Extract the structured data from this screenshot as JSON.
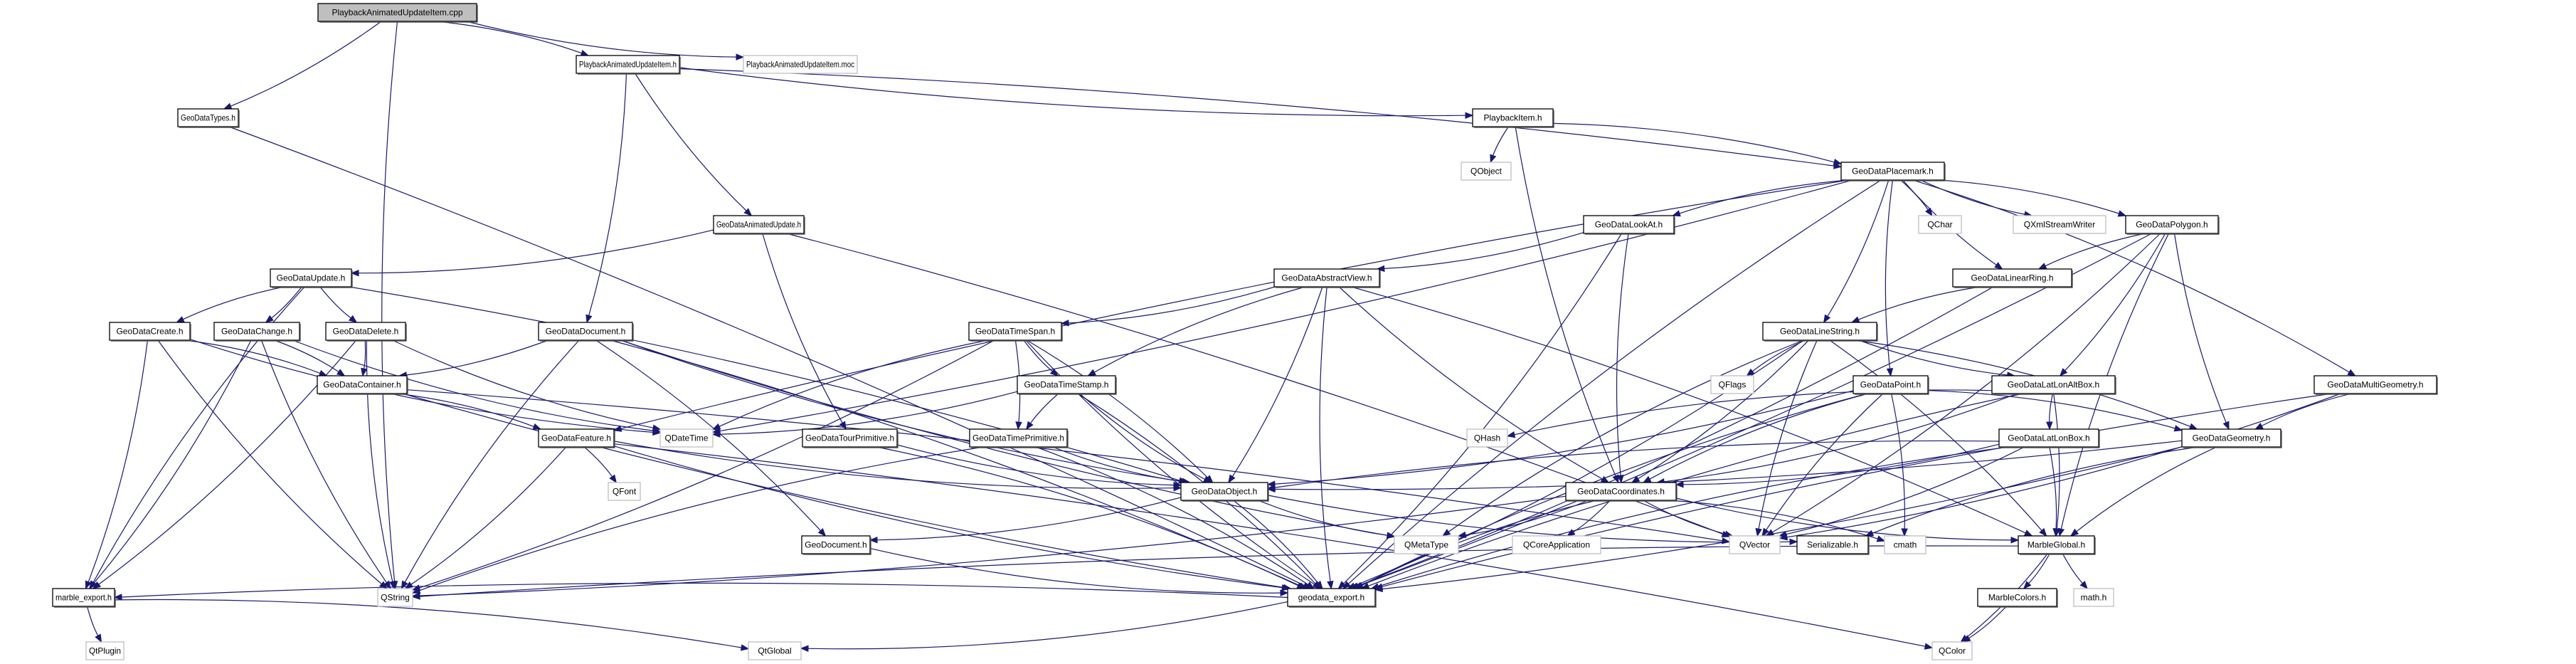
{
  "title": "PlaybackAnimatedUpdateItem.cpp include dependency graph",
  "colors": {
    "edge": "#191970",
    "root_fill": "#bfbfbf",
    "documented_border": "#000000",
    "external_border": "#bfbfbf"
  },
  "nodes": [
    {
      "id": "root",
      "label": "PlaybackAnimatedUpdateItem.cpp",
      "kind": "root"
    },
    {
      "id": "pauih",
      "label": "PlaybackAnimatedUpdateItem.h",
      "kind": "doc"
    },
    {
      "id": "pauimoc",
      "label": "PlaybackAnimatedUpdateItem.moc",
      "kind": "ext"
    },
    {
      "id": "gdtypes",
      "label": "GeoDataTypes.h",
      "kind": "doc"
    },
    {
      "id": "playitem",
      "label": "PlaybackItem.h",
      "kind": "doc"
    },
    {
      "id": "qobject",
      "label": "QObject",
      "kind": "ext"
    },
    {
      "id": "placemark",
      "label": "GeoDataPlacemark.h",
      "kind": "doc"
    },
    {
      "id": "animupd",
      "label": "GeoDataAnimatedUpdate.h",
      "kind": "doc"
    },
    {
      "id": "lookat",
      "label": "GeoDataLookAt.h",
      "kind": "doc"
    },
    {
      "id": "qchar",
      "label": "QChar",
      "kind": "ext"
    },
    {
      "id": "qxml",
      "label": "QXmlStreamWriter",
      "kind": "ext"
    },
    {
      "id": "polygon",
      "label": "GeoDataPolygon.h",
      "kind": "doc"
    },
    {
      "id": "update",
      "label": "GeoDataUpdate.h",
      "kind": "doc"
    },
    {
      "id": "absview",
      "label": "GeoDataAbstractView.h",
      "kind": "doc"
    },
    {
      "id": "linring",
      "label": "GeoDataLinearRing.h",
      "kind": "doc"
    },
    {
      "id": "create",
      "label": "GeoDataCreate.h",
      "kind": "doc"
    },
    {
      "id": "change",
      "label": "GeoDataChange.h",
      "kind": "doc"
    },
    {
      "id": "delete",
      "label": "GeoDataDelete.h",
      "kind": "doc"
    },
    {
      "id": "document",
      "label": "GeoDataDocument.h",
      "kind": "doc"
    },
    {
      "id": "timespan",
      "label": "GeoDataTimeSpan.h",
      "kind": "doc"
    },
    {
      "id": "linestr",
      "label": "GeoDataLineString.h",
      "kind": "doc"
    },
    {
      "id": "container",
      "label": "GeoDataContainer.h",
      "kind": "doc"
    },
    {
      "id": "timestamp",
      "label": "GeoDataTimeStamp.h",
      "kind": "doc"
    },
    {
      "id": "llabox",
      "label": "GeoDataLatLonAltBox.h",
      "kind": "doc"
    },
    {
      "id": "multigeo",
      "label": "GeoDataMultiGeometry.h",
      "kind": "doc"
    },
    {
      "id": "qflags",
      "label": "QFlags",
      "kind": "ext"
    },
    {
      "id": "point",
      "label": "GeoDataPoint.h",
      "kind": "doc"
    },
    {
      "id": "feature",
      "label": "GeoDataFeature.h",
      "kind": "doc"
    },
    {
      "id": "qdatetime",
      "label": "QDateTime",
      "kind": "ext"
    },
    {
      "id": "tourprim",
      "label": "GeoDataTourPrimitive.h",
      "kind": "doc"
    },
    {
      "id": "timeprim",
      "label": "GeoDataTimePrimitive.h",
      "kind": "doc"
    },
    {
      "id": "qhash",
      "label": "QHash",
      "kind": "ext"
    },
    {
      "id": "llbox",
      "label": "GeoDataLatLonBox.h",
      "kind": "doc"
    },
    {
      "id": "geometry",
      "label": "GeoDataGeometry.h",
      "kind": "doc"
    },
    {
      "id": "qfont",
      "label": "QFont",
      "kind": "ext"
    },
    {
      "id": "object",
      "label": "GeoDataObject.h",
      "kind": "doc"
    },
    {
      "id": "coords",
      "label": "GeoDataCoordinates.h",
      "kind": "doc"
    },
    {
      "id": "geodoc",
      "label": "GeoDocument.h",
      "kind": "doc"
    },
    {
      "id": "qmetatype",
      "label": "QMetaType",
      "kind": "ext"
    },
    {
      "id": "qcoreapp",
      "label": "QCoreApplication",
      "kind": "ext"
    },
    {
      "id": "qvector",
      "label": "QVector",
      "kind": "ext"
    },
    {
      "id": "serial",
      "label": "Serializable.h",
      "kind": "doc"
    },
    {
      "id": "cmath",
      "label": "cmath",
      "kind": "ext"
    },
    {
      "id": "mglobal",
      "label": "MarbleGlobal.h",
      "kind": "doc"
    },
    {
      "id": "mexport",
      "label": "marble_export.h",
      "kind": "doc"
    },
    {
      "id": "qstring",
      "label": "QString",
      "kind": "ext"
    },
    {
      "id": "gdexport",
      "label": "geodata_export.h",
      "kind": "doc"
    },
    {
      "id": "mcolors",
      "label": "MarbleColors.h",
      "kind": "doc"
    },
    {
      "id": "mathh",
      "label": "math.h",
      "kind": "ext"
    },
    {
      "id": "qtplugin",
      "label": "QtPlugin",
      "kind": "ext"
    },
    {
      "id": "qtglobal",
      "label": "QtGlobal",
      "kind": "ext"
    },
    {
      "id": "qcolor",
      "label": "QColor",
      "kind": "ext"
    }
  ],
  "edges": [
    [
      "root",
      "pauih"
    ],
    [
      "root",
      "pauimoc"
    ],
    [
      "root",
      "gdtypes"
    ],
    [
      "root",
      "qstring"
    ],
    [
      "gdtypes",
      "gdexport"
    ],
    [
      "pauih",
      "playitem"
    ],
    [
      "pauih",
      "placemark"
    ],
    [
      "pauih",
      "animupd"
    ],
    [
      "pauih",
      "document"
    ],
    [
      "playitem",
      "qobject"
    ],
    [
      "playitem",
      "placemark"
    ],
    [
      "playitem",
      "coords"
    ],
    [
      "animupd",
      "update"
    ],
    [
      "animupd",
      "tourprim"
    ],
    [
      "animupd",
      "qvector"
    ],
    [
      "placemark",
      "lookat"
    ],
    [
      "placemark",
      "qchar"
    ],
    [
      "placemark",
      "qxml"
    ],
    [
      "placemark",
      "polygon"
    ],
    [
      "placemark",
      "linring"
    ],
    [
      "placemark",
      "linestr"
    ],
    [
      "placemark",
      "point"
    ],
    [
      "placemark",
      "multigeo"
    ],
    [
      "placemark",
      "feature"
    ],
    [
      "placemark",
      "qdatetime"
    ],
    [
      "placemark",
      "gdexport"
    ],
    [
      "lookat",
      "absview"
    ],
    [
      "lookat",
      "coords"
    ],
    [
      "lookat",
      "gdexport"
    ],
    [
      "polygon",
      "linring"
    ],
    [
      "polygon",
      "llabox"
    ],
    [
      "polygon",
      "geometry"
    ],
    [
      "polygon",
      "qvector"
    ],
    [
      "polygon",
      "mglobal"
    ],
    [
      "polygon",
      "gdexport"
    ],
    [
      "linring",
      "linestr"
    ],
    [
      "linring",
      "gdexport"
    ],
    [
      "update",
      "create"
    ],
    [
      "update",
      "change"
    ],
    [
      "update",
      "delete"
    ],
    [
      "update",
      "object"
    ],
    [
      "update",
      "mexport"
    ],
    [
      "absview",
      "timespan"
    ],
    [
      "absview",
      "timestamp"
    ],
    [
      "absview",
      "object"
    ],
    [
      "absview",
      "coords"
    ],
    [
      "absview",
      "mglobal"
    ],
    [
      "absview",
      "gdexport"
    ],
    [
      "create",
      "container"
    ],
    [
      "create",
      "qdatetime"
    ],
    [
      "create",
      "mexport"
    ],
    [
      "create",
      "qstring"
    ],
    [
      "change",
      "container"
    ],
    [
      "change",
      "qdatetime"
    ],
    [
      "change",
      "mexport"
    ],
    [
      "change",
      "qstring"
    ],
    [
      "delete",
      "container"
    ],
    [
      "delete",
      "qdatetime"
    ],
    [
      "delete",
      "mexport"
    ],
    [
      "delete",
      "qstring"
    ],
    [
      "document",
      "container"
    ],
    [
      "document",
      "object"
    ],
    [
      "document",
      "geodoc"
    ],
    [
      "document",
      "qmetatype"
    ],
    [
      "document",
      "gdexport"
    ],
    [
      "document",
      "qstring"
    ],
    [
      "container",
      "feature"
    ],
    [
      "container",
      "gdexport"
    ],
    [
      "container",
      "qvector"
    ],
    [
      "timespan",
      "timestamp"
    ],
    [
      "timespan",
      "timeprim"
    ],
    [
      "timespan",
      "qdatetime"
    ],
    [
      "timespan",
      "object"
    ],
    [
      "timespan",
      "gdexport"
    ],
    [
      "timespan",
      "qstring"
    ],
    [
      "timestamp",
      "timeprim"
    ],
    [
      "timestamp",
      "qdatetime"
    ],
    [
      "timestamp",
      "object"
    ],
    [
      "timestamp",
      "gdexport"
    ],
    [
      "linestr",
      "qflags"
    ],
    [
      "linestr",
      "coords"
    ],
    [
      "linestr",
      "llabox"
    ],
    [
      "linestr",
      "geometry"
    ],
    [
      "linestr",
      "qvector"
    ],
    [
      "linestr",
      "mglobal"
    ],
    [
      "linestr",
      "qmetatype"
    ],
    [
      "linestr",
      "gdexport"
    ],
    [
      "point",
      "coords"
    ],
    [
      "point",
      "object"
    ],
    [
      "point",
      "qvector"
    ],
    [
      "point",
      "cmath"
    ],
    [
      "point",
      "gdexport"
    ],
    [
      "point",
      "geometry"
    ],
    [
      "llabox",
      "llbox"
    ],
    [
      "llabox",
      "coords"
    ],
    [
      "llabox",
      "qhash"
    ],
    [
      "llabox",
      "mglobal"
    ],
    [
      "llabox",
      "gdexport"
    ],
    [
      "llbox",
      "coords"
    ],
    [
      "llbox",
      "object"
    ],
    [
      "llbox",
      "mglobal"
    ],
    [
      "llbox",
      "gdexport"
    ],
    [
      "llbox",
      "qvector"
    ],
    [
      "multigeo",
      "geometry"
    ],
    [
      "multigeo",
      "qvector"
    ],
    [
      "multigeo",
      "gdexport"
    ],
    [
      "geometry",
      "object"
    ],
    [
      "geometry",
      "mglobal"
    ],
    [
      "geometry",
      "gdexport"
    ],
    [
      "geometry",
      "serial"
    ],
    [
      "feature",
      "qfont"
    ],
    [
      "feature",
      "object"
    ],
    [
      "feature",
      "qcolor"
    ],
    [
      "feature",
      "gdexport"
    ],
    [
      "feature",
      "qstring"
    ],
    [
      "tourprim",
      "object"
    ],
    [
      "tourprim",
      "gdexport"
    ],
    [
      "timeprim",
      "object"
    ],
    [
      "timeprim",
      "gdexport"
    ],
    [
      "timeprim",
      "qstring"
    ],
    [
      "object",
      "geodoc"
    ],
    [
      "object",
      "qmetatype"
    ],
    [
      "object",
      "gdexport"
    ],
    [
      "object",
      "serial"
    ],
    [
      "coords",
      "qcoreapp"
    ],
    [
      "coords",
      "qvector"
    ],
    [
      "coords",
      "cmath"
    ],
    [
      "coords",
      "mglobal"
    ],
    [
      "coords",
      "qmetatype"
    ],
    [
      "coords",
      "gdexport"
    ],
    [
      "coords",
      "qstring"
    ],
    [
      "geodoc",
      "gdexport"
    ],
    [
      "mglobal",
      "mcolors"
    ],
    [
      "mglobal",
      "mathh"
    ],
    [
      "mglobal",
      "qcolor"
    ],
    [
      "mglobal",
      "qstring"
    ],
    [
      "mcolors",
      "qcolor"
    ],
    [
      "mexport",
      "qtplugin"
    ],
    [
      "mexport",
      "qtglobal"
    ],
    [
      "gdexport",
      "mexport"
    ],
    [
      "gdexport",
      "qtglobal"
    ]
  ]
}
